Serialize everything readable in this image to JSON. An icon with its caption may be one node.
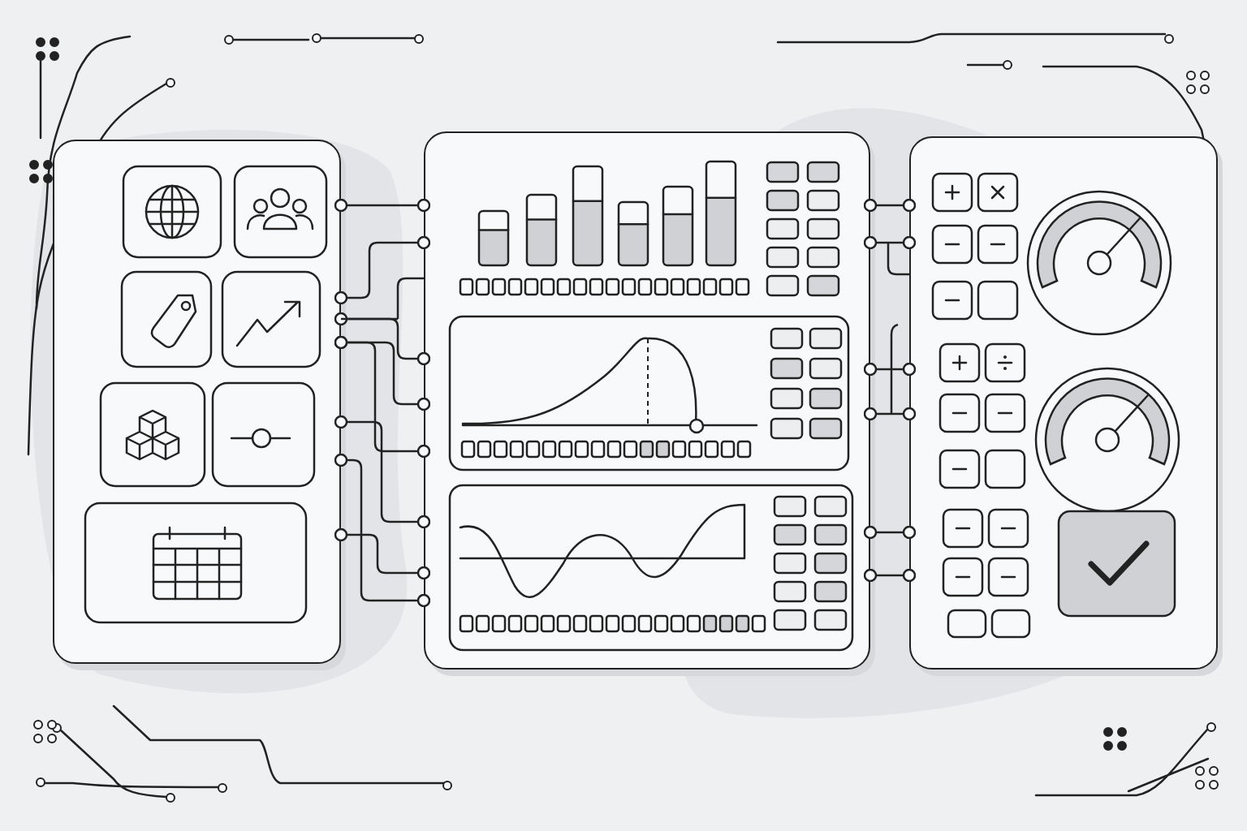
{
  "diagram": {
    "nodes": [
      {
        "text": [],
        "shape": "box"
      },
      {
        "text": [],
        "shape": "box"
      },
      {
        "text": [],
        "shape": "box"
      }
    ],
    "edges": [
      {
        "from": 0,
        "to": 1,
        "arrow": "other"
      },
      {
        "from": 0,
        "to": 1,
        "arrow": "other"
      },
      {
        "from": 0,
        "to": 1,
        "arrow": "other"
      },
      {
        "from": 0,
        "to": 1,
        "arrow": "other"
      },
      {
        "from": 0,
        "to": 1,
        "arrow": "other"
      },
      {
        "from": 0,
        "to": 1,
        "arrow": "other"
      },
      {
        "from": 0,
        "to": 1,
        "arrow": "other"
      },
      {
        "from": 0,
        "to": 1,
        "arrow": "other"
      },
      {
        "from": 1,
        "to": 2,
        "arrow": "other"
      },
      {
        "from": 1,
        "to": 2,
        "arrow": "other"
      },
      {
        "from": 1,
        "to": 2,
        "arrow": "other"
      },
      {
        "from": 1,
        "to": 2,
        "arrow": "other"
      },
      {
        "from": 1,
        "to": 2,
        "arrow": "other"
      },
      {
        "from": 1,
        "to": 2,
        "arrow": "other"
      }
    ]
  }
}
